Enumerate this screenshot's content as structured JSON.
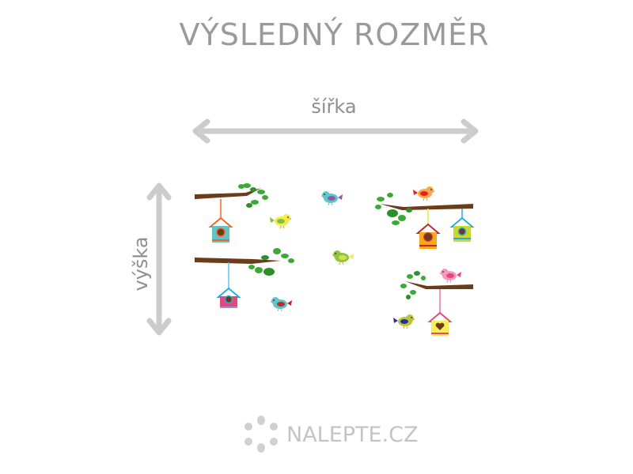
{
  "title": "VÝSLEDNÝ ROZMĚR",
  "dimensions": {
    "width_label": "šířka",
    "height_label": "výška"
  },
  "logo": {
    "text": "NALEPTE.CZ"
  },
  "colors": {
    "text_gray": "#9a9a9a",
    "arrow_gray": "#cccccc",
    "branch": "#6b3b1a",
    "leaf": "#3aaa35"
  }
}
